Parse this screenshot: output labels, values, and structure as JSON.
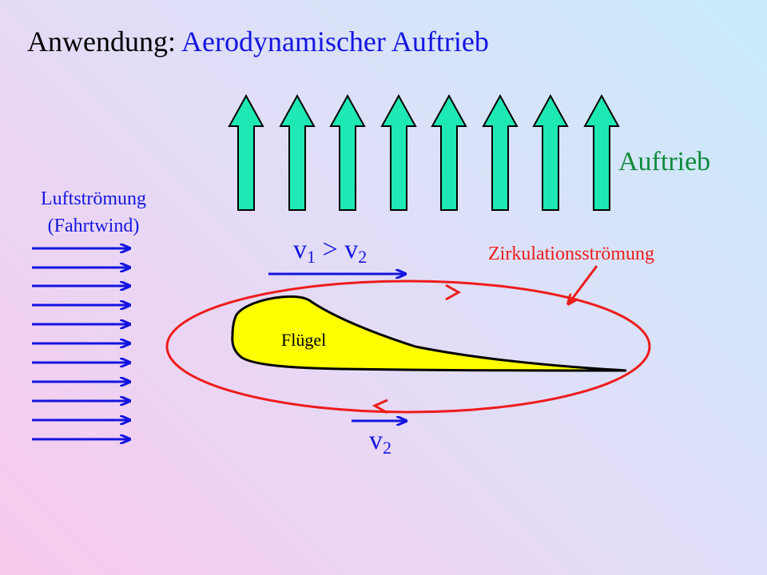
{
  "title": {
    "prefix": "Anwendung: ",
    "main": "Aerodynamischer Auftrieb"
  },
  "labels": {
    "lift": "Auftrieb",
    "airflow_line1": "Luftströmung",
    "airflow_line2": "(Fahrtwind)",
    "circulation": "Zirkulationsströmung",
    "wing": "Flügel"
  },
  "velocities": {
    "top": {
      "v": "v",
      "sub1": "1",
      "gt": " > ",
      "v2": "v",
      "sub2": "2"
    },
    "bottom": {
      "v": "v",
      "sub": "2"
    }
  },
  "colors": {
    "title_prefix": "#000000",
    "title_main": "#1414e0",
    "lift_arrow_fill": "#1ee8b4",
    "lift_text": "#0f8a3a",
    "airflow_arrows": "#1414e0",
    "circulation": "#ee1b1b",
    "wing_fill": "#ffff00"
  }
}
